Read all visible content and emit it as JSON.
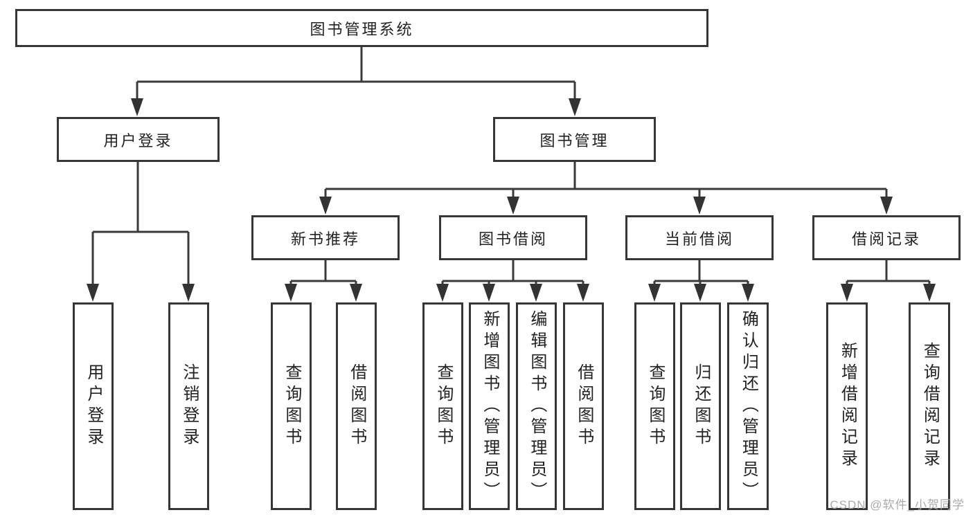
{
  "colors": {
    "line": "#3a3a3a",
    "box_border": "#363636",
    "box_fill": "#ffffff",
    "text": "#222222",
    "watermark": "#ababab"
  },
  "watermark": {
    "text": "CSDN @软件_小贺同学"
  },
  "tree": {
    "root": {
      "label": "图书管理系统"
    },
    "branches": [
      {
        "label": "用户登录",
        "children": [
          {
            "label": "用户登录"
          },
          {
            "label": "注销登录"
          }
        ]
      },
      {
        "label": "图书管理",
        "children": [
          {
            "label": "新书推荐",
            "children": [
              {
                "label": "查询图书"
              },
              {
                "label": "借阅图书"
              }
            ]
          },
          {
            "label": "图书借阅",
            "children": [
              {
                "label": "查询图书"
              },
              {
                "label": "新增图书（管理员）"
              },
              {
                "label": "编辑图书（管理员）"
              },
              {
                "label": "借阅图书"
              }
            ]
          },
          {
            "label": "当前借阅",
            "children": [
              {
                "label": "查询图书"
              },
              {
                "label": "归还图书"
              },
              {
                "label": "确认归还（管理员）"
              }
            ]
          },
          {
            "label": "借阅记录",
            "children": [
              {
                "label": "新增借阅记录"
              },
              {
                "label": "查询借阅记录"
              }
            ]
          }
        ]
      }
    ]
  }
}
